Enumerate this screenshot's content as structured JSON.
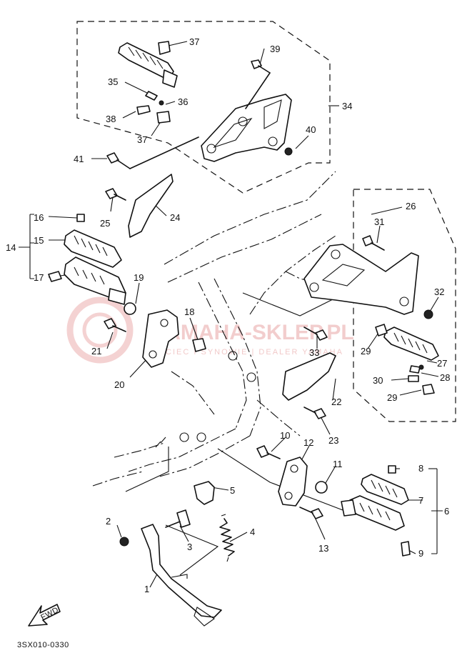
{
  "diagram_code": "3SX010-0330",
  "watermark": {
    "brand": "YAMAHA-SKLEP.PL",
    "tagline": "OJCIEC I SYNOWIE | DEALER YAMAHA"
  },
  "fwd_label": "FWD",
  "labels": {
    "l1": "1",
    "l2": "2",
    "l3": "3",
    "l4": "4",
    "l5": "5",
    "l6": "6",
    "l7": "7",
    "l8": "8",
    "l9": "9",
    "l10": "10",
    "l11": "11",
    "l12": "12",
    "l13": "13",
    "l14": "14",
    "l15": "15",
    "l16": "16",
    "l17": "17",
    "l18": "18",
    "l19": "19",
    "l20": "20",
    "l21": "21",
    "l22": "22",
    "l23": "23",
    "l24": "24",
    "l25": "25",
    "l26": "26",
    "l27": "27",
    "l28": "28",
    "l29a": "29",
    "l29b": "29",
    "l30": "30",
    "l31": "31",
    "l32": "32",
    "l33": "33",
    "l34": "34",
    "l35": "35",
    "l36": "36",
    "l37a": "37",
    "l37b": "37",
    "l38": "38",
    "l39": "39",
    "l40": "40",
    "l41": "41"
  }
}
